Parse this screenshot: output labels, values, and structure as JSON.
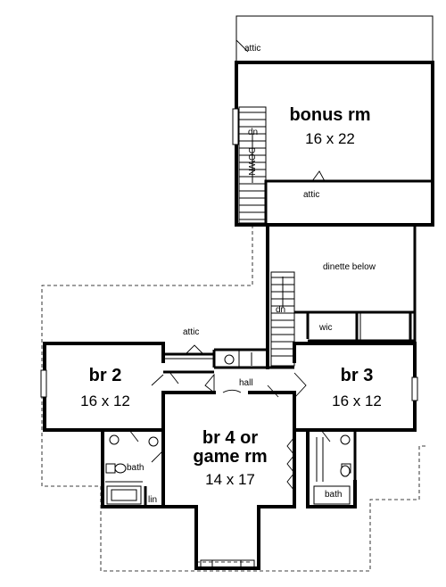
{
  "rooms": {
    "bonus": {
      "name": "bonus rm",
      "size": "16 x 22"
    },
    "br2": {
      "name": "br 2",
      "size": "16 x 12"
    },
    "br3": {
      "name": "br 3",
      "size": "16 x 12"
    },
    "br4": {
      "name_line1": "br 4 or",
      "name_line2": "game rm",
      "size": "14 x 17"
    }
  },
  "labels": {
    "attic_top": "attic",
    "attic_bonus": "attic",
    "attic_left": "attic",
    "dinette": "dinette below",
    "dn_upper": "dn",
    "down_stair": "DOWN",
    "dn_lower": "dn",
    "wic": "wic",
    "hall": "hall",
    "bath_left": "bath",
    "lin": "lin",
    "bath_right": "bath"
  }
}
